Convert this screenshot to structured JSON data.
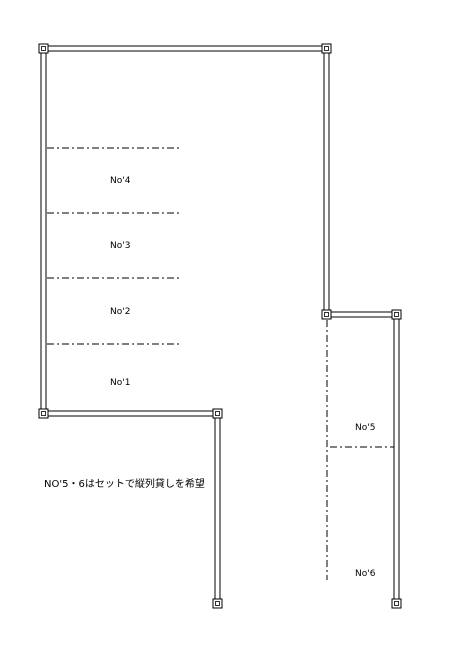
{
  "spaces": [
    {
      "id": "no4",
      "label": "No'4"
    },
    {
      "id": "no3",
      "label": "No'3"
    },
    {
      "id": "no2",
      "label": "No'2"
    },
    {
      "id": "no1",
      "label": "No'1"
    },
    {
      "id": "no5",
      "label": "No'5"
    },
    {
      "id": "no6",
      "label": "No'6"
    }
  ],
  "note": "NO'5・6はセットで縦列貸しを希望"
}
